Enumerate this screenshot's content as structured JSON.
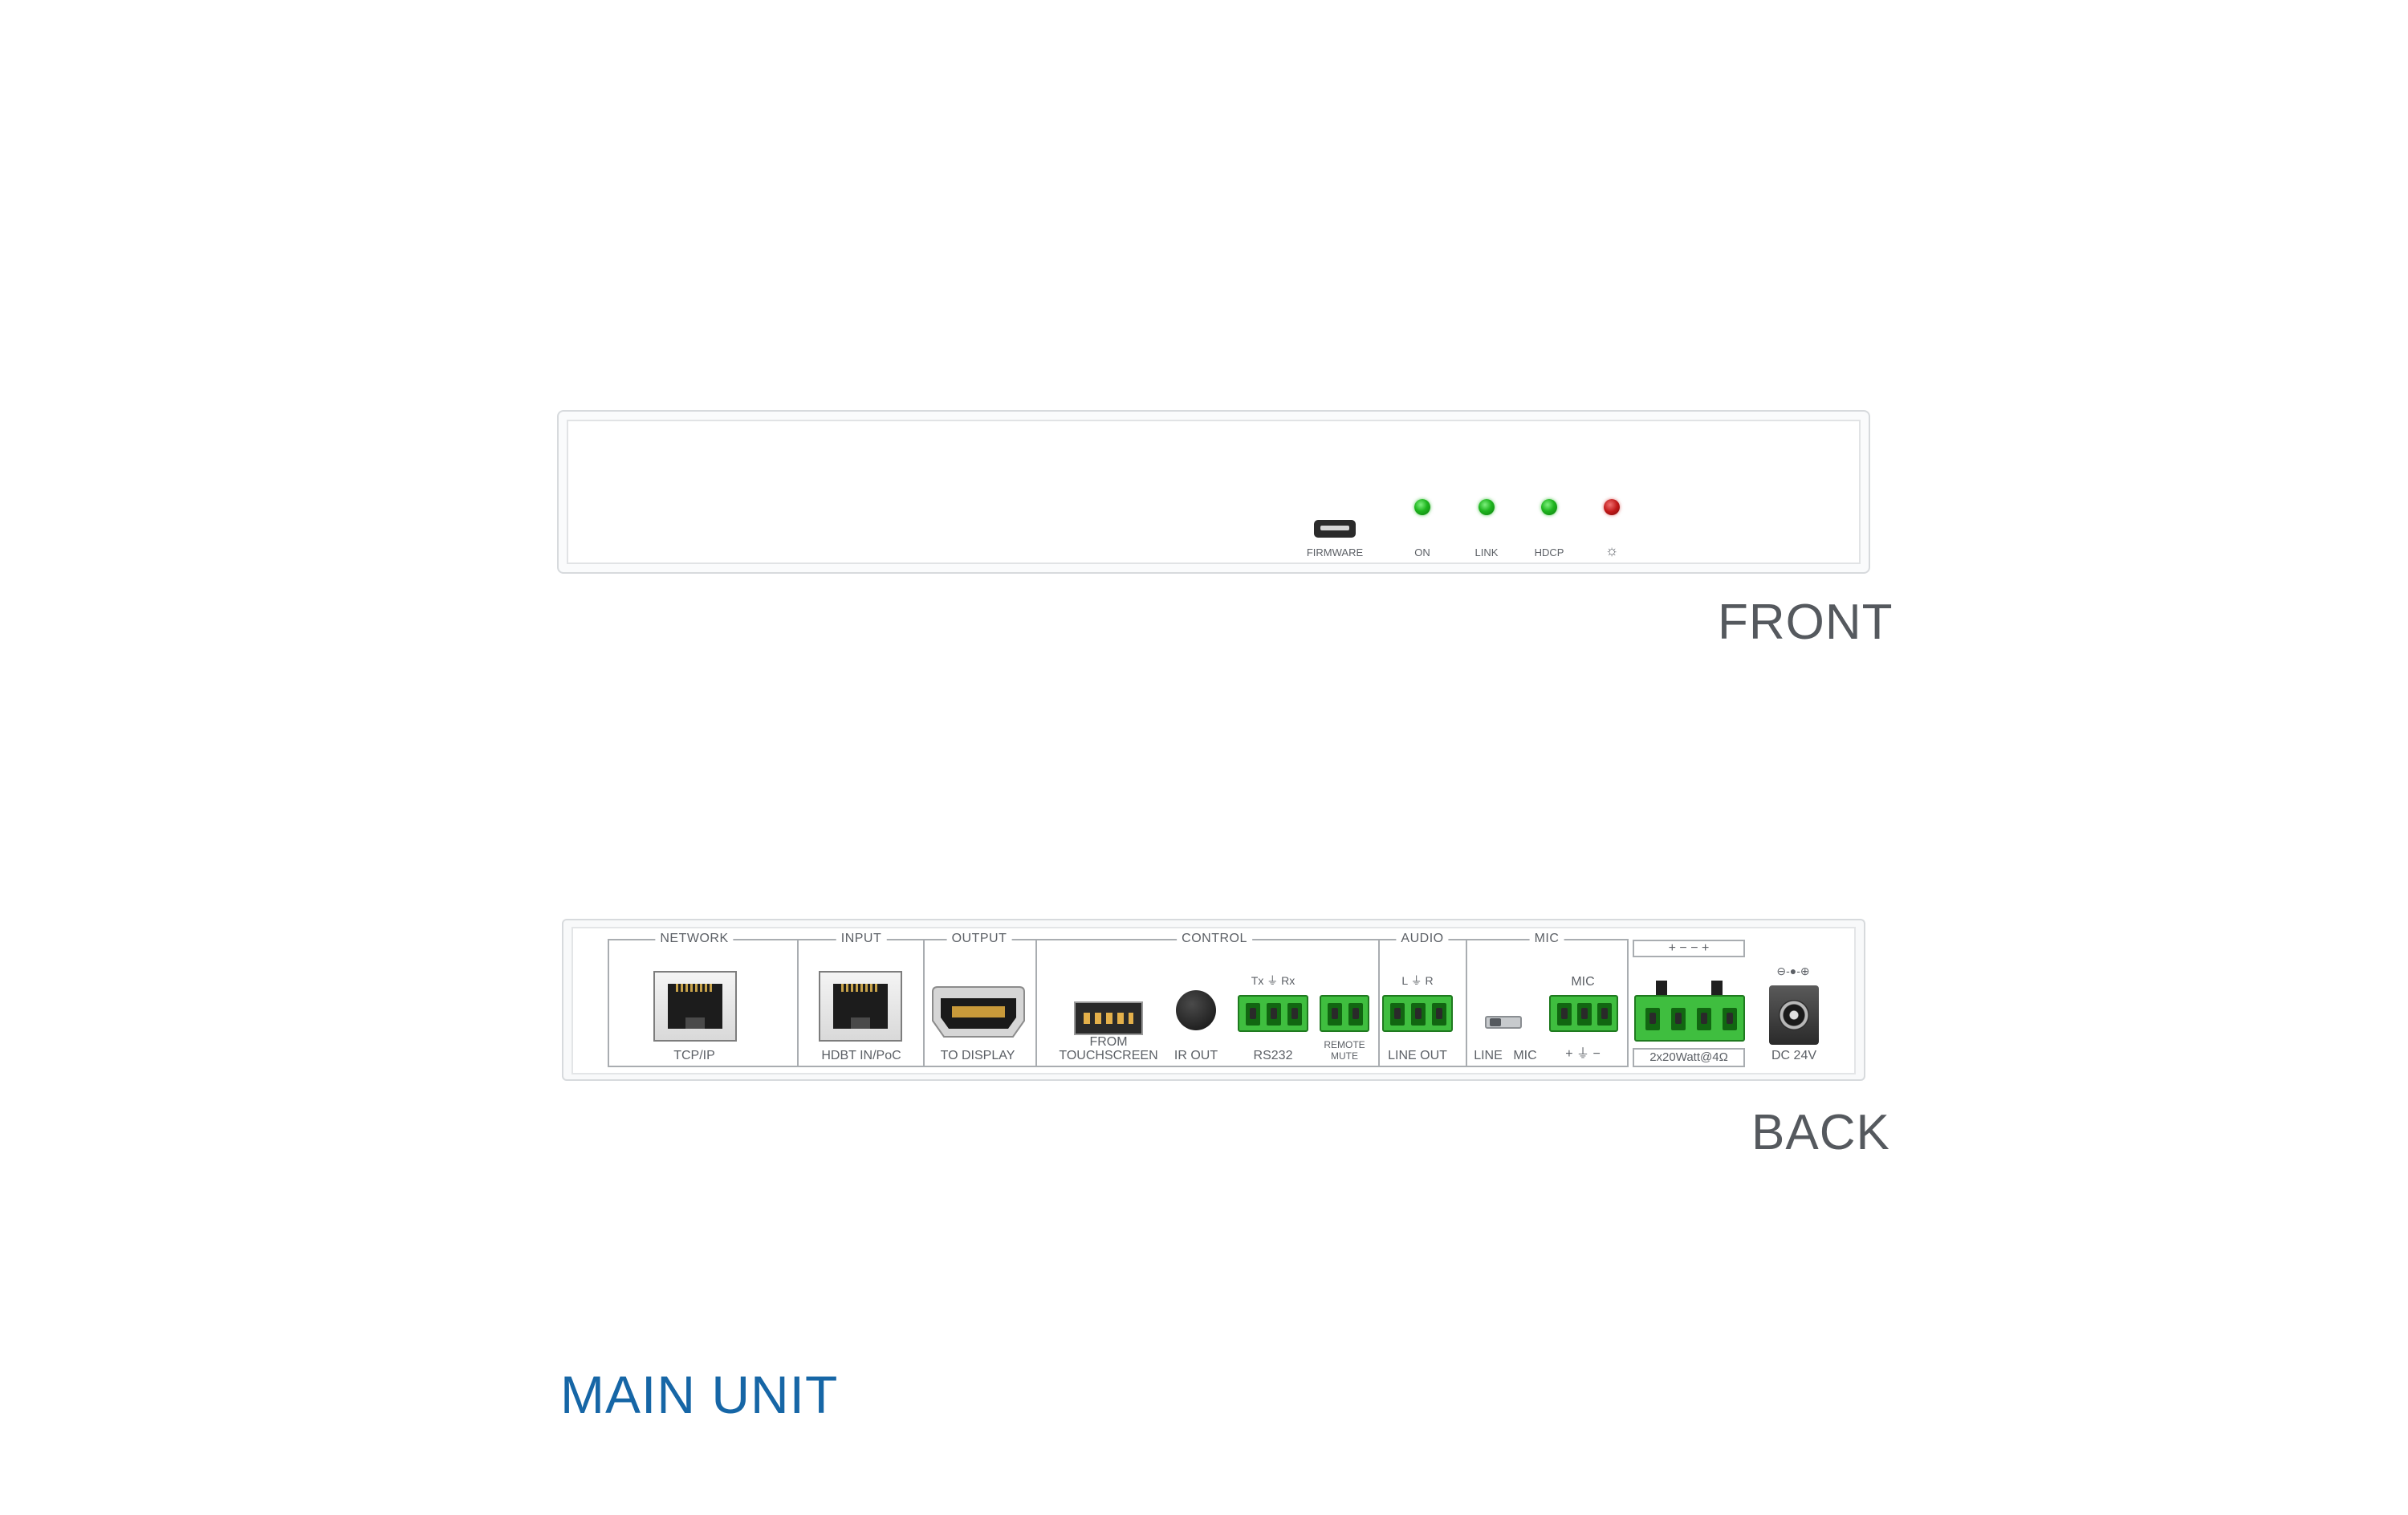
{
  "front": {
    "caption": "FRONT",
    "firmware_label": "FIRMWARE",
    "leds": [
      {
        "label": "ON",
        "color": "#1fb51f"
      },
      {
        "label": "LINK",
        "color": "#1fb51f"
      },
      {
        "label": "HDCP",
        "color": "#1fb51f"
      },
      {
        "label": "☼",
        "color": "#c01818"
      }
    ]
  },
  "back": {
    "caption": "BACK",
    "groups": {
      "network": "NETWORK",
      "input": "INPUT",
      "output": "OUTPUT",
      "control": "CONTROL",
      "audio": "AUDIO",
      "mic": "MIC"
    },
    "ports": {
      "tcpip": "TCP/IP",
      "hdbt": "HDBT IN/PoC",
      "to_display": "TO DISPLAY",
      "from_touchscreen_1": "FROM",
      "from_touchscreen_2": "TOUCHSCREEN",
      "ir_out": "IR OUT",
      "rs232": "RS232",
      "rs232_pins": "Tx  ⏚  Rx",
      "remote_1": "REMOTE",
      "remote_2": "MUTE",
      "line_out": "LINE OUT",
      "line_out_pins": "L  ⏚  R",
      "line": "LINE",
      "mic": "MIC",
      "mic_top": "MIC",
      "mic_pins": "+  ⏚  −",
      "speaker_pins": "+  −  −  +",
      "speaker": "2x20Watt@4Ω",
      "dc_symbol": "⊖-●-⊕",
      "dc": "DC 24V"
    }
  },
  "title": "MAIN UNIT",
  "colors": {
    "brand_blue": "#1666a6",
    "terminal_green": "#3fbe3f",
    "led_green": "#1fb51f",
    "led_red": "#c01818"
  }
}
